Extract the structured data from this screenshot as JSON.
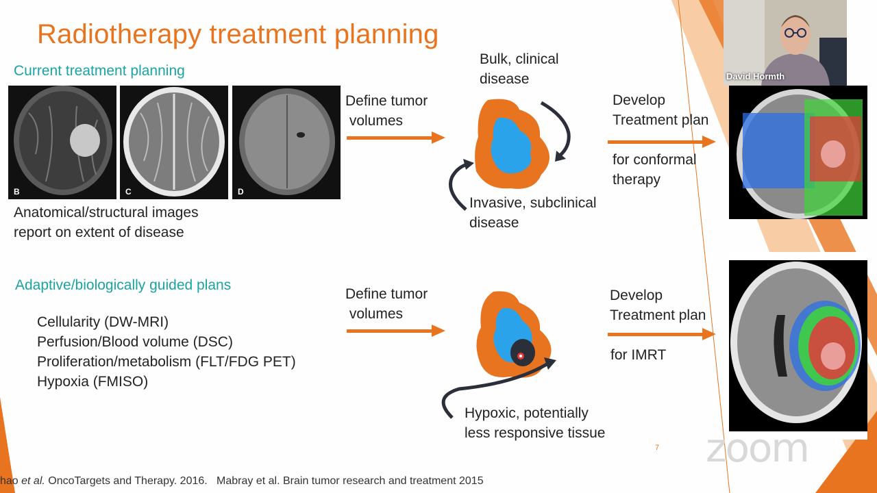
{
  "slide": {
    "title": "Radiotherapy treatment planning",
    "section_current": "Current treatment planning",
    "section_adaptive": "Adaptive/biologically guided plans",
    "mri_labels": [
      "B",
      "C",
      "D"
    ],
    "anatomical_text_1": "Anatomical/structural images",
    "anatomical_text_2": "report on extent of disease",
    "define_tumor_1a": "Define tumor",
    "define_tumor_1b": " volumes",
    "define_tumor_2a": "Define tumor",
    "define_tumor_2b": " volumes",
    "bulk_1": "Bulk, clinical",
    "bulk_2": "disease",
    "invasive_1": "Invasive, subclinical",
    "invasive_2": "disease",
    "develop_1a": "Develop",
    "develop_1b": "Treatment plan",
    "conformal_1": "for conformal",
    "conformal_2": "therapy",
    "develop_2a": "Develop",
    "develop_2b": "Treatment plan",
    "imrt": "for IMRT",
    "biomarkers": [
      "Cellularity (DW-MRI)",
      "Perfusion/Blood volume (DSC)",
      "Proliferation/metabolism (FLT/FDG PET)",
      "Hypoxia (FMISO)"
    ],
    "hypoxic_1": "Hypoxic, potentially",
    "hypoxic_2": "less responsive tissue",
    "citation_pre": "hao ",
    "citation_etal": "et al.",
    "citation_rest": " OncoTargets and Therapy. 2016.   Mabray et al. Brain tumor research and treatment 2015",
    "page_number": "7"
  },
  "video": {
    "participant_name": "David Hormth"
  },
  "watermark": "zoom",
  "colors": {
    "accent_orange": "#e8741f",
    "teal": "#1aa3a5",
    "tumor_blue": "#2aa3ea"
  }
}
